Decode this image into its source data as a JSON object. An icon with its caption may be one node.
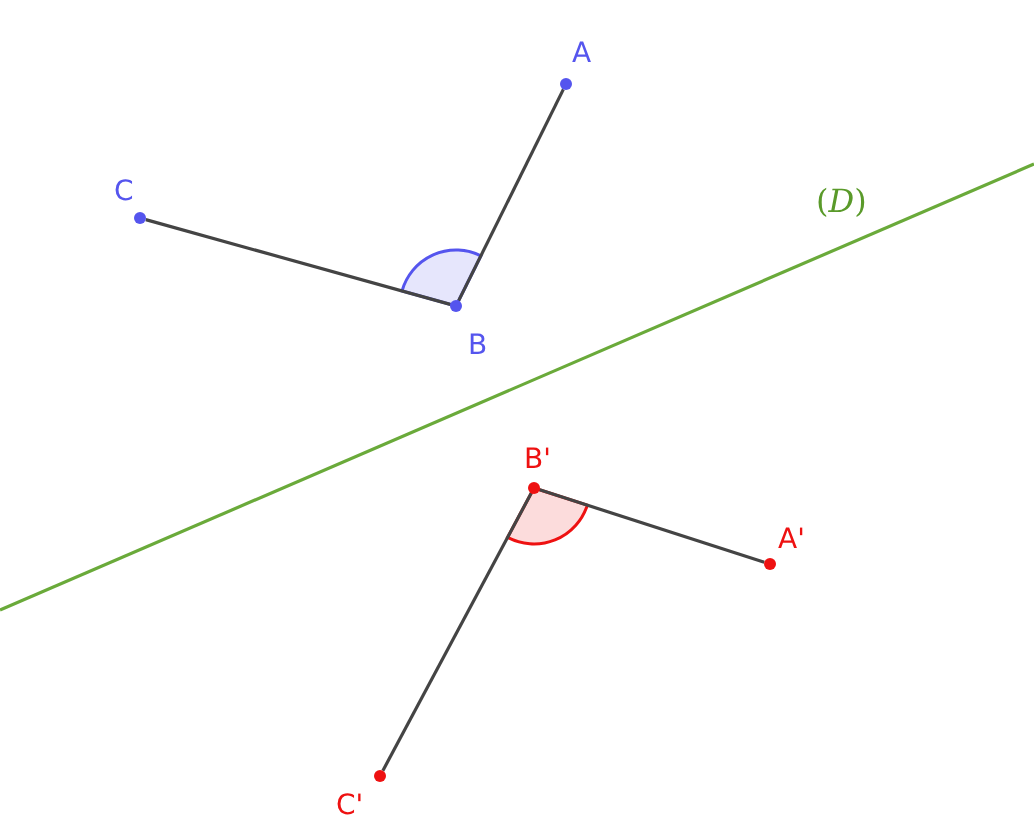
{
  "diagram": {
    "nodes": [
      {
        "text": [
          "A"
        ]
      },
      {
        "text": [
          "C"
        ]
      },
      {
        "text": [
          "B"
        ]
      },
      {
        "text": [
          "B'"
        ]
      },
      {
        "text": [
          "A'"
        ]
      },
      {
        "text": [
          "C'"
        ]
      }
    ],
    "edges": [
      {
        "from": 0,
        "to": 2,
        "arrow": "none"
      },
      {
        "from": 1,
        "to": 2,
        "arrow": "none"
      },
      {
        "from": 4,
        "to": 3,
        "arrow": "none"
      },
      {
        "from": 5,
        "to": 3,
        "arrow": "none"
      }
    ],
    "labels": [
      "(*D*)"
    ]
  }
}
